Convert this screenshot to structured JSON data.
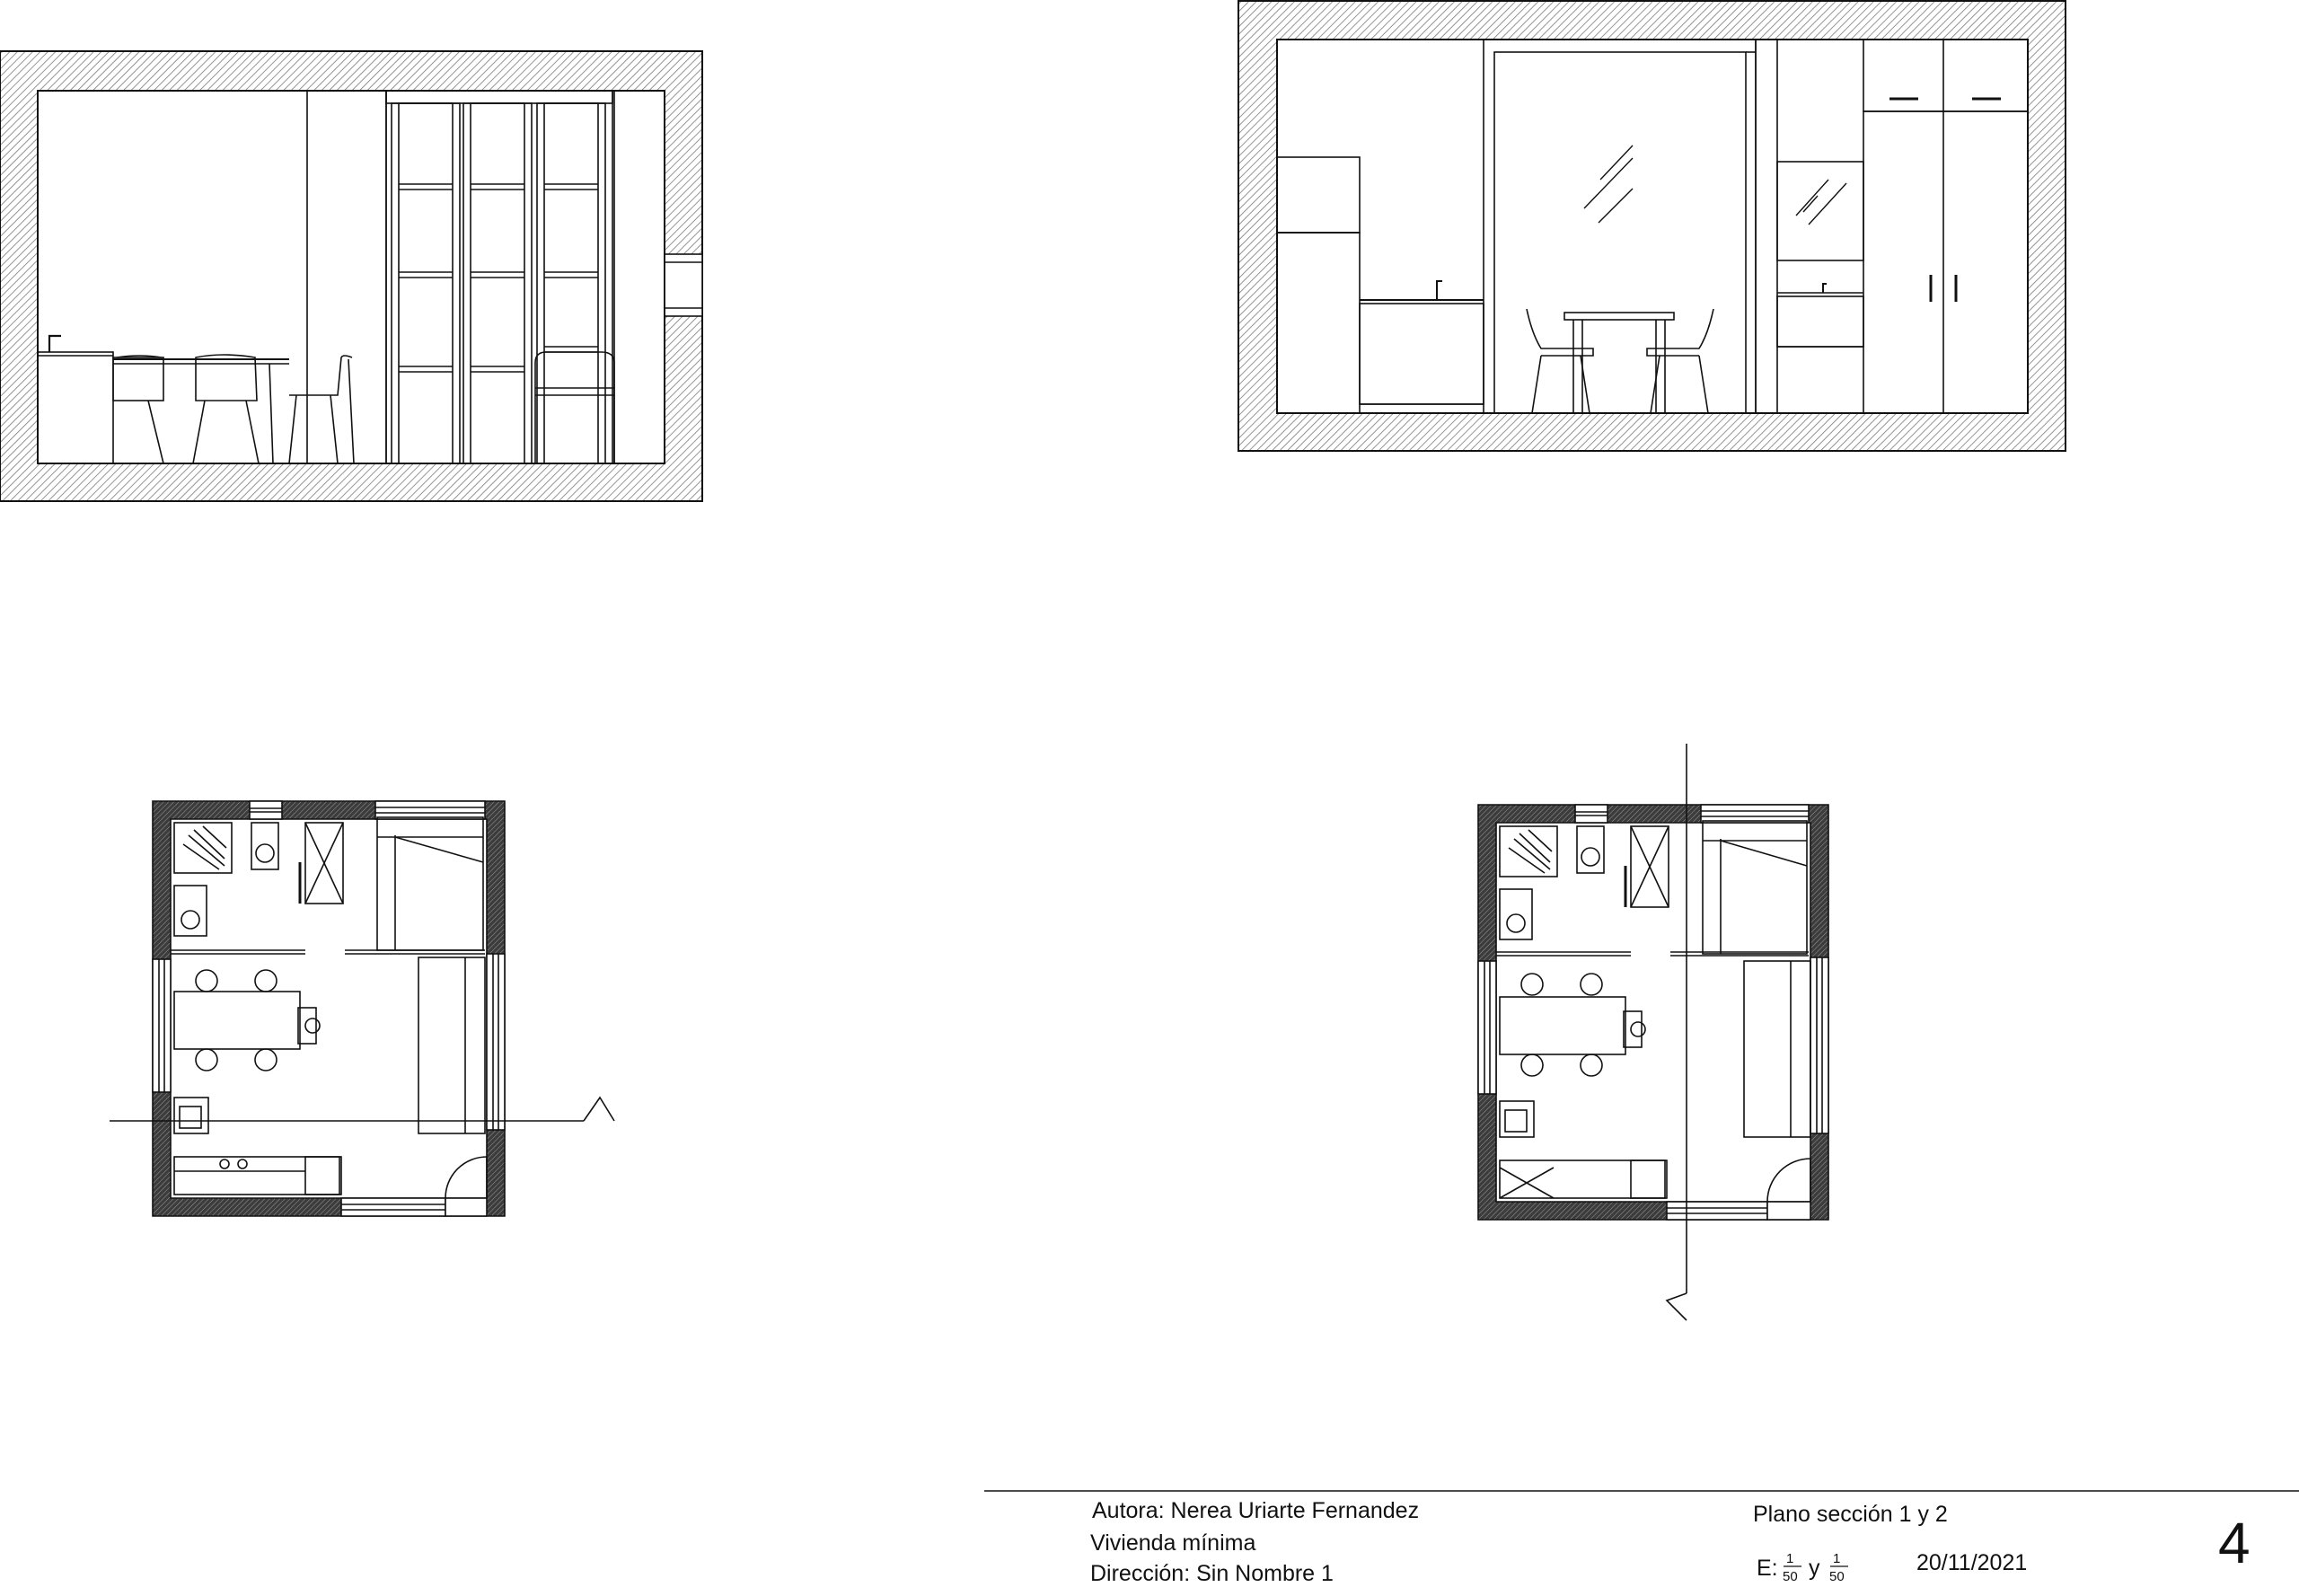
{
  "title_block": {
    "author": "Autora: Nerea Uriarte Fernandez",
    "project": "Vivienda mínima",
    "address": "Dirección: Sin Nombre 1",
    "sheet_title": "Plano sección 1 y 2",
    "scale_prefix": "E:",
    "scale_num_1": "1",
    "scale_den_1": "50",
    "scale_join": "y",
    "scale_num_2": "1",
    "scale_den_2": "50",
    "date": "20/11/2021",
    "sheet_number": "4"
  },
  "colors": {
    "line": "#111111",
    "wall_hatch": "#8a8a8a",
    "wall_fill_plan": "#555555"
  }
}
